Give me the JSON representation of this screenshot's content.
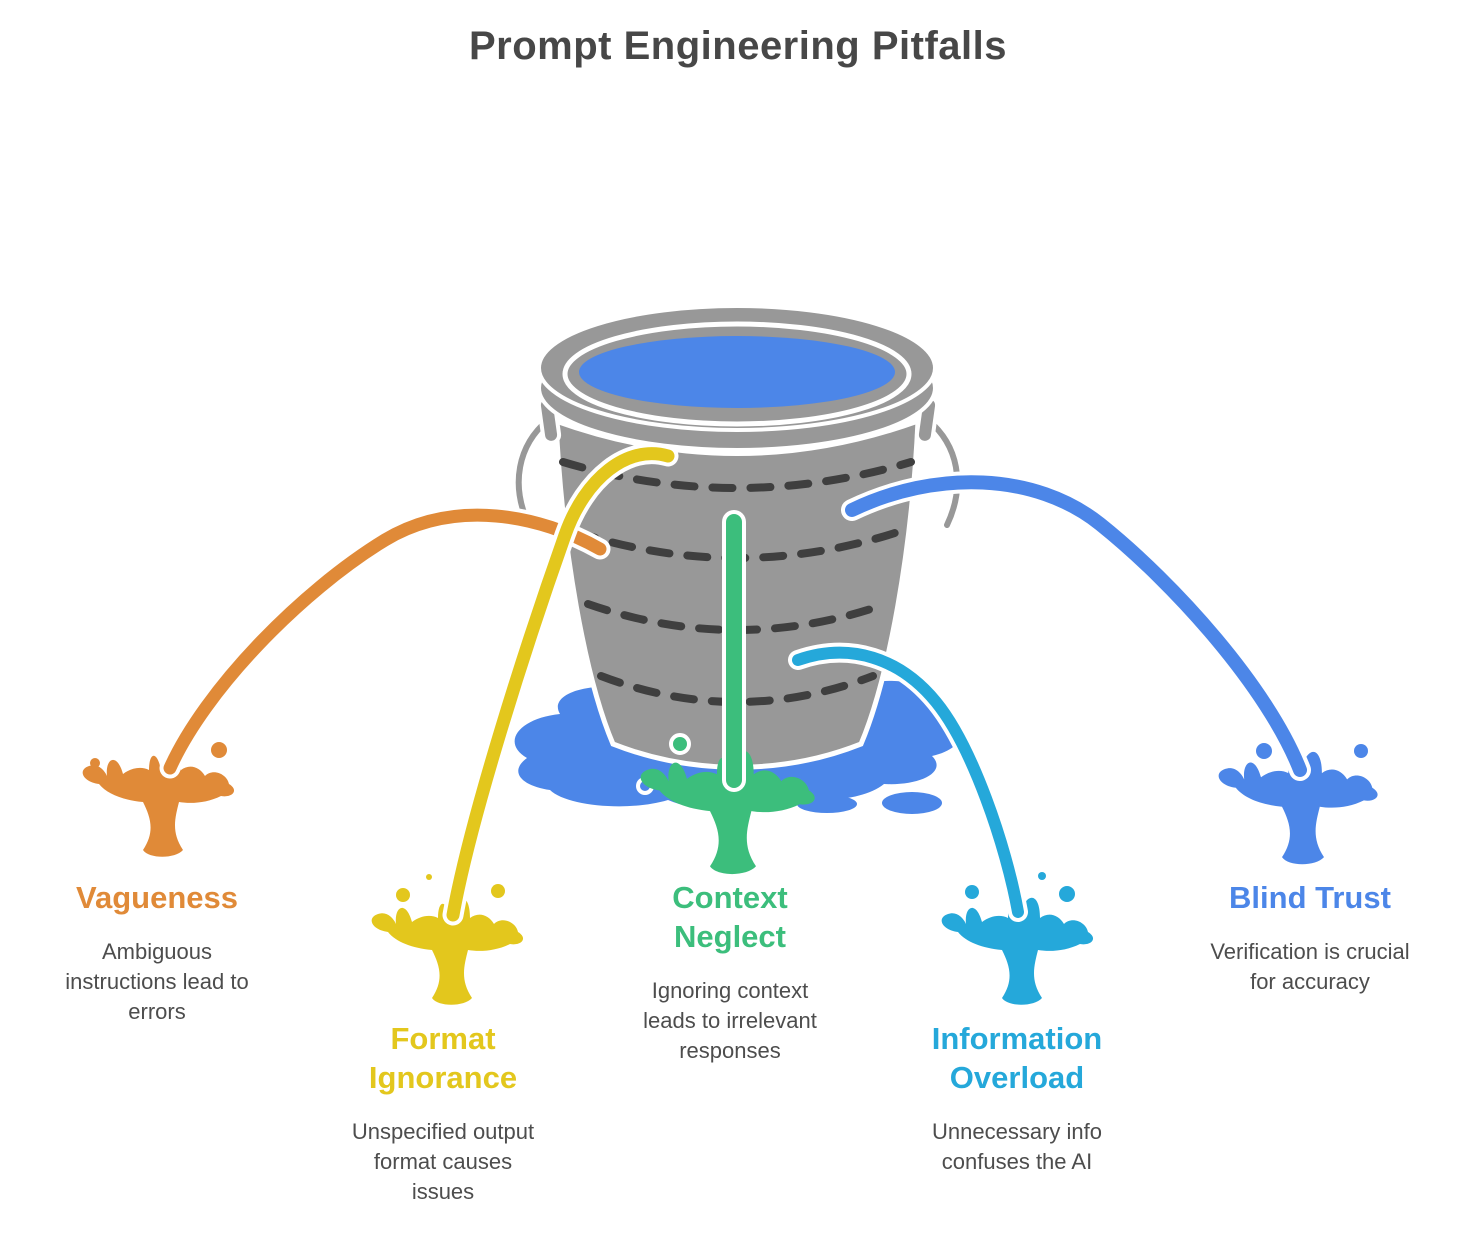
{
  "title": "Prompt Engineering Pitfalls",
  "illustration": {
    "bucket_color": "#989898",
    "water_color": "#4C86E8",
    "outline_color": "#ffffff",
    "dash_color": "#3F3F3F"
  },
  "pitfalls": [
    {
      "id": "vagueness",
      "label": "Vagueness",
      "description": "Ambiguous\ninstructions lead to\nerrors",
      "color": "#E08A38"
    },
    {
      "id": "format-ignorance",
      "label": "Format\nIgnorance",
      "description": "Unspecified output\nformat causes\nissues",
      "color": "#E3C71D"
    },
    {
      "id": "context-neglect",
      "label": "Context\nNeglect",
      "description": "Ignoring context\nleads to irrelevant\nresponses",
      "color": "#3CBE7C"
    },
    {
      "id": "information-overload",
      "label": "Information\nOverload",
      "description": "Unnecessary info\nconfuses the AI",
      "color": "#25A8DA"
    },
    {
      "id": "blind-trust",
      "label": "Blind Trust",
      "description": "Verification is crucial\nfor accuracy",
      "color": "#4C86E8"
    }
  ]
}
